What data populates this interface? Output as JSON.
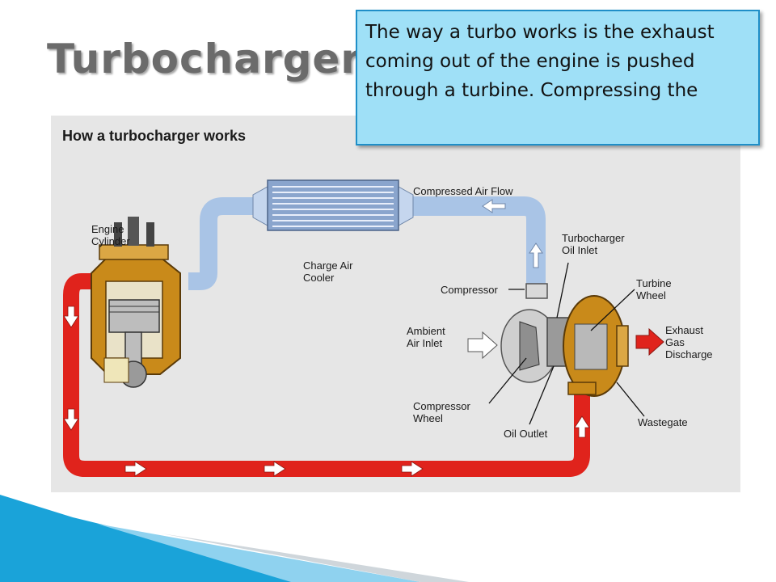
{
  "slide": {
    "title": "Turbocharger",
    "callout": "The way a turbo works is the exhaust coming out of the engine is pushed through a turbine. Compressing the"
  },
  "diagram": {
    "header": "How a turbocharger works",
    "labels": {
      "compressed_air_flow": "Compressed Air Flow",
      "engine_1": "Engine",
      "engine_2": "Cylinder",
      "charge_1": "Charge Air",
      "charge_2": "Cooler",
      "oil_inlet_1": "Turbocharger",
      "oil_inlet_2": "Oil Inlet",
      "compressor": "Compressor",
      "turbine_1": "Turbine",
      "turbine_2": "Wheel",
      "ambient_1": "Ambient",
      "ambient_2": "Air Inlet",
      "exhaust_1": "Exhaust",
      "exhaust_2": "Gas",
      "exhaust_3": "Discharge",
      "comp_wheel_1": "Compressor",
      "comp_wheel_2": "Wheel",
      "wastegate": "Wastegate",
      "oil_outlet": "Oil Outlet"
    },
    "colors": {
      "exhaust_pipe": "#e0231c",
      "intake_pipe": "#a9c4e6",
      "turbo_body": "#c98a1a",
      "panel_bg": "#e6e6e6"
    }
  },
  "colors": {
    "title_text": "#6b6b6b",
    "callout_fill": "#9fe0f7",
    "callout_border": "#1f8fc8",
    "deco_blue": "#1aa3d9"
  }
}
